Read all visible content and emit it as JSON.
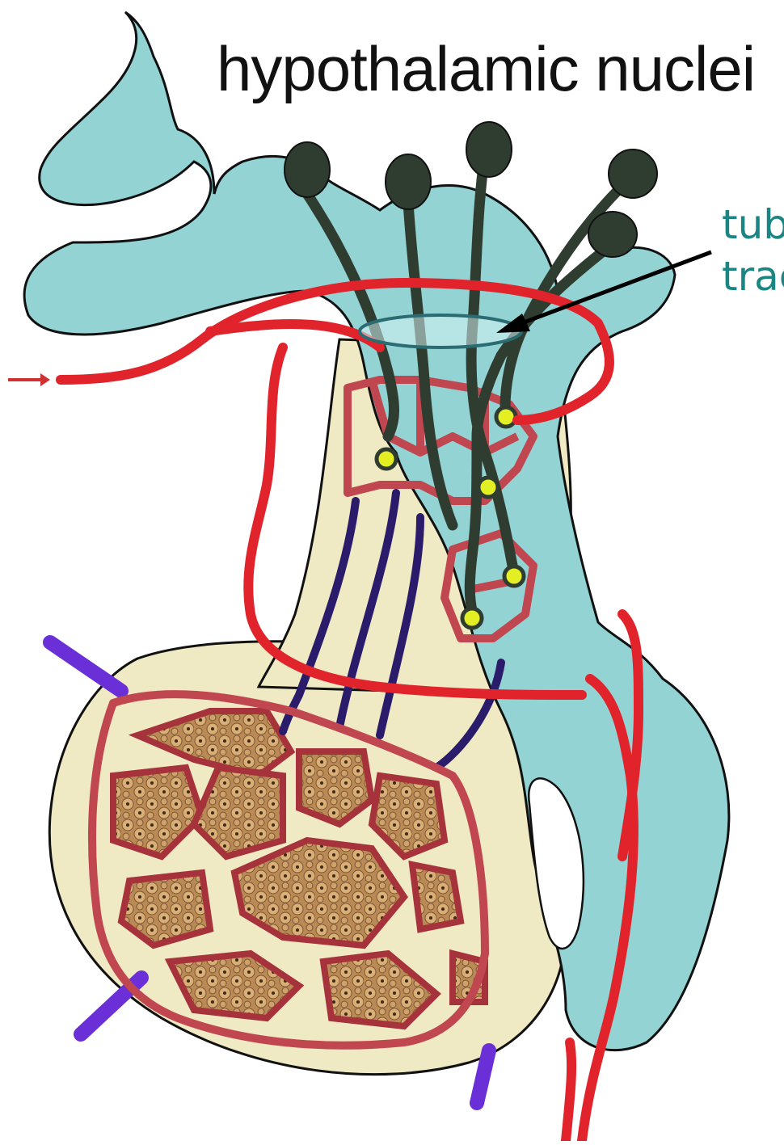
{
  "title": "hypothalamic nuclei",
  "callout": {
    "line1": "tub",
    "line2": "trac"
  },
  "colors": {
    "ventricle": "#93d3d3",
    "tissue": "#efe9c4",
    "artery": "#e1232b",
    "capillary": "#c0464f",
    "vein": "#2a1b6b",
    "vein_stub": "#6a2fd6",
    "neuron": "#2f3d31",
    "terminal": "#e3ef22",
    "gland_cells": "#c79b66",
    "callout_text": "#1a8582",
    "tract_ring": "#d6f2f3"
  },
  "icons": {
    "inflow_arrow": "arrow-right-icon",
    "label_arrow": "arrow-pointer-icon"
  }
}
